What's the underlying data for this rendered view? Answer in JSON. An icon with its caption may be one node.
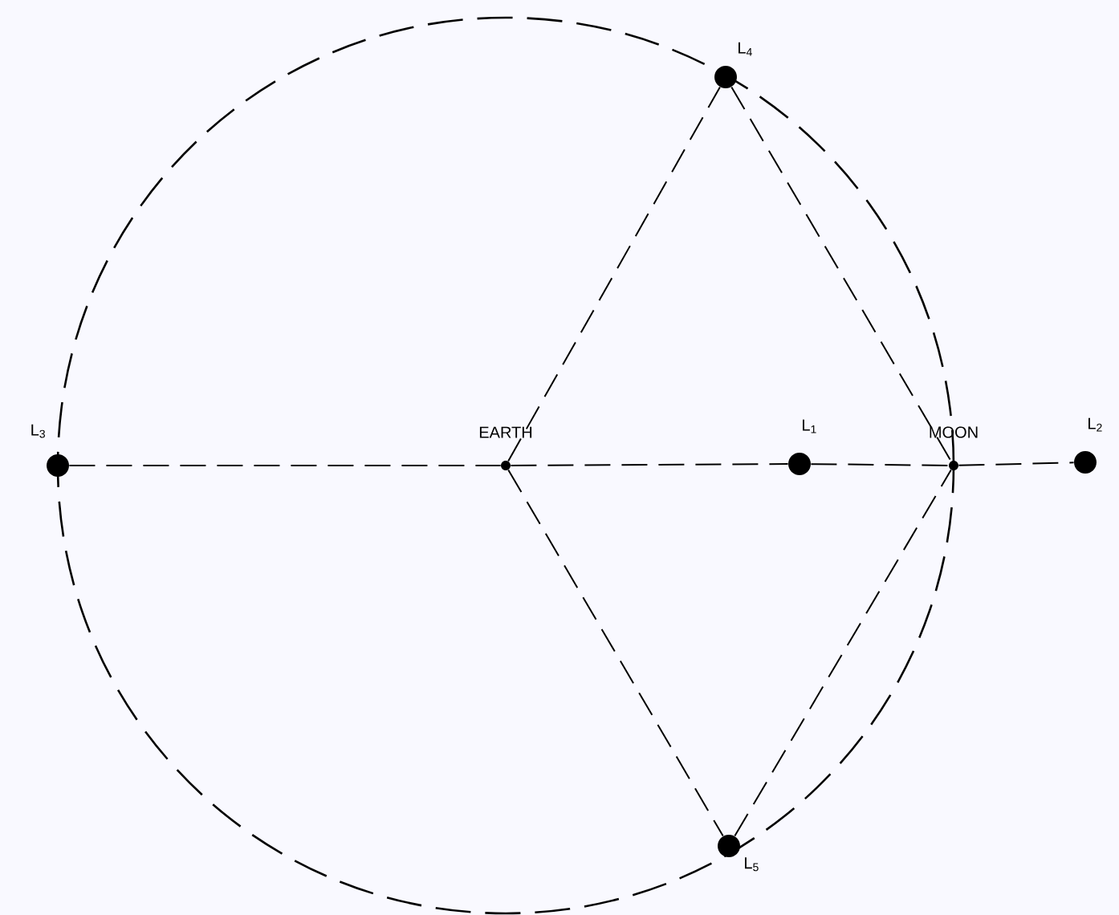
{
  "diagram": {
    "nodes": [
      {
        "text": [
          "EARTH"
        ]
      },
      {
        "text": [
          "MOON"
        ]
      },
      {
        "text": [
          "L$_{1}$"
        ]
      },
      {
        "text": [
          "L$_{2}$"
        ]
      },
      {
        "text": [
          "L$_{3}$"
        ]
      },
      {
        "text": [
          "L$_{4}$"
        ]
      },
      {
        "text": [
          "L$_{5}$"
        ]
      }
    ],
    "edges": [
      {
        "from": 4,
        "to": 0,
        "arrow": "none",
        "style": "dashed"
      },
      {
        "from": 0,
        "to": 2,
        "arrow": "none",
        "style": "dashed"
      },
      {
        "from": 2,
        "to": 1,
        "arrow": "none",
        "style": "dashed"
      },
      {
        "from": 1,
        "to": 3,
        "arrow": "none",
        "style": "dashed"
      },
      {
        "from": 0,
        "to": 5,
        "arrow": "none",
        "style": "dashed"
      },
      {
        "from": 5,
        "to": 1,
        "arrow": "none",
        "style": "dashed"
      },
      {
        "from": 0,
        "to": 6,
        "arrow": "none",
        "style": "dashed"
      },
      {
        "from": 6,
        "to": 1,
        "arrow": "none",
        "style": "dashed"
      }
    ]
  }
}
